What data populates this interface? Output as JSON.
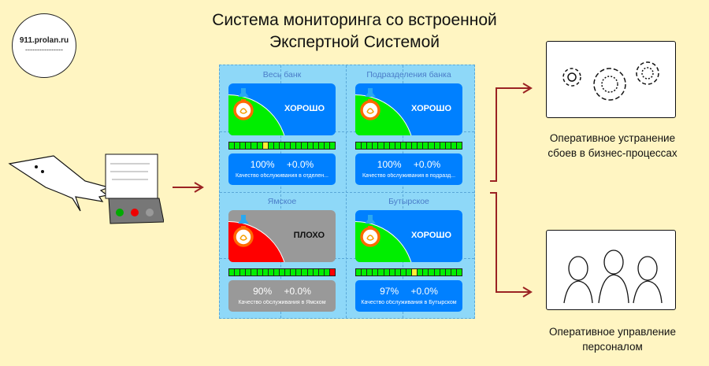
{
  "title": [
    "Система мониторинга со встроенной",
    "Экспертной Системой"
  ],
  "logo": {
    "text": "911.prolan.ru",
    "underline": "----------------"
  },
  "tiles": [
    {
      "name": "Весь банк",
      "status": "ХОРОШО",
      "percent": "100%",
      "delta": "+0.0%",
      "desc": "Качество обслуживания в отделен...",
      "state": "good",
      "highlight_index": 6,
      "highlight_color": "#ffee33"
    },
    {
      "name": "Подразделения банка",
      "status": "ХОРОШО",
      "percent": "100%",
      "delta": "+0.0%",
      "desc": "Качество обслуживания в подразд...",
      "state": "good",
      "highlight_index": -1,
      "highlight_color": ""
    },
    {
      "name": "Ямское",
      "status": "ПЛОХО",
      "percent": "90%",
      "delta": "+0.0%",
      "desc": "Качество обслуживания в Ямском",
      "state": "bad",
      "highlight_index": 18,
      "highlight_color": "#ff0000"
    },
    {
      "name": "Бутырское",
      "status": "ХОРОШО",
      "percent": "97%",
      "delta": "+0.0%",
      "desc": "Качество обслуживания в Бутырском",
      "state": "good",
      "highlight_index": 10,
      "highlight_color": "#ffee33"
    }
  ],
  "bar_segments": 19,
  "colors": {
    "good_bg": "#0080ff",
    "good_arc": "#00ee00",
    "bad_bg": "#999999",
    "bad_arc": "#ff0000",
    "arrow": "#9b2323"
  },
  "outcomes": [
    {
      "caption": [
        "Оперативное устранение",
        "сбоев в бизнес-процессах"
      ]
    },
    {
      "caption": [
        "Оперативное управление",
        "персоналом"
      ]
    }
  ]
}
